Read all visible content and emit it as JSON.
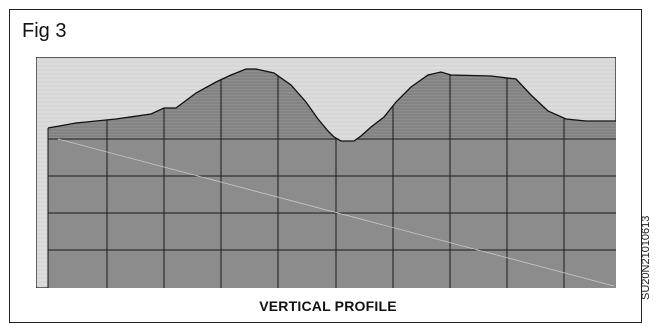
{
  "figure": {
    "label": "Fig 3",
    "caption": "VERTICAL PROFILE",
    "code": "SU20N21010613"
  },
  "colors": {
    "sky": "#dcdcdc",
    "ground": "#8c8c8c",
    "grid_lines": "#1a1a1a",
    "outline": "#111111"
  }
}
